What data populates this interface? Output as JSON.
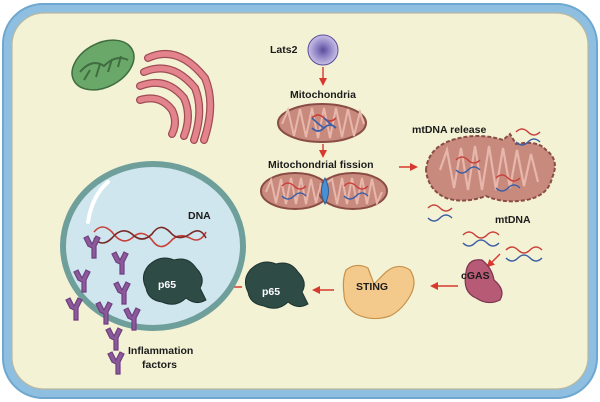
{
  "labels": {
    "lats2": "Lats2",
    "mitochondria": "Mitochondria",
    "mito_fission": "Mitochondrial fission",
    "mtdna_release": "mtDNA release",
    "mtdna": "mtDNA",
    "cgas": "cGAS",
    "sting": "STING",
    "p65_cytoplasm": "p65",
    "p65_nucleus": "p65",
    "dna": "DNA",
    "inflammation_line1": "Inflammation",
    "inflammation_line2": "factors"
  },
  "colors": {
    "cell_border": "#7db3d6",
    "cytoplasm": "#f4f2d4",
    "cell_inner_edge": "#b4b49a",
    "nucleus_fill": "#cfe6ee",
    "nucleus_border": "#6f9f9b",
    "mito_fill": "#c98a7e",
    "mito_outline": "#8a4d45",
    "arrow": "#d7392f",
    "p65": "#2e4b46",
    "cgas": "#b65a76",
    "sting": "#f3c98c",
    "receptor": "#8b5a9b",
    "golgi": "#e3848d",
    "er": "#6aa86a",
    "lats2": "#a59ad0"
  }
}
